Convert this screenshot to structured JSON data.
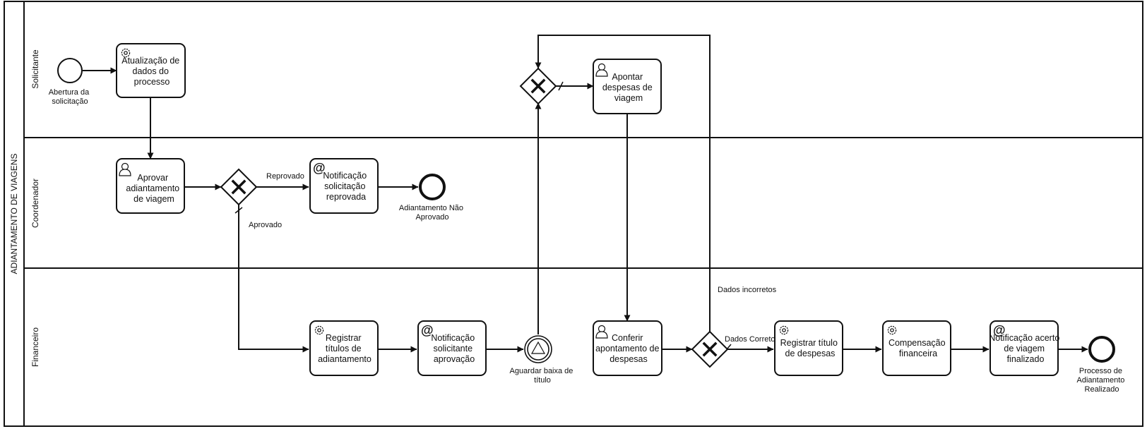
{
  "pool": {
    "label": "ADIANTAMENTO DE VIAGENS"
  },
  "lanes": [
    {
      "id": "solicitante",
      "label": "Solicitante"
    },
    {
      "id": "coordenador",
      "label": "Coordenador"
    },
    {
      "id": "financeiro",
      "label": "Financeiro"
    }
  ],
  "events": {
    "start": {
      "lines": [
        "Abertura da",
        "solicitação"
      ]
    },
    "end_nao_aprovado": {
      "lines": [
        "Adiantamento Não",
        "Aprovado"
      ]
    },
    "intermediate_baixa": {
      "lines": [
        "Aguardar baixa de",
        "título"
      ]
    },
    "end_realizado": {
      "lines": [
        "Processo de",
        "Adiantamento",
        "Realizado"
      ]
    }
  },
  "tasks": {
    "atualizacao": {
      "type": "service",
      "icon": "gear-icon",
      "lines": [
        "Atualização de",
        "dados do",
        "processo"
      ]
    },
    "aprovar": {
      "type": "user",
      "icon": "user-icon",
      "lines": [
        "Aprovar",
        "adiantamento",
        "de viagem"
      ]
    },
    "notif_reprovada": {
      "type": "send",
      "icon": "at-icon",
      "lines": [
        "Notificação",
        "solicitação",
        "reprovada"
      ]
    },
    "apontar": {
      "type": "user",
      "icon": "user-icon",
      "lines": [
        "Apontar",
        "despesas de",
        "viagem"
      ]
    },
    "registrar_titulos": {
      "type": "service",
      "icon": "gear-icon",
      "lines": [
        "Registrar",
        "títulos de",
        "adiantamento"
      ]
    },
    "notif_aprovacao": {
      "type": "send",
      "icon": "at-icon",
      "lines": [
        "Notificação",
        "solicitante",
        "aprovação"
      ]
    },
    "conferir": {
      "type": "user",
      "icon": "user-icon",
      "lines": [
        "Conferir",
        "apontamento de",
        "despesas"
      ]
    },
    "registrar_titulo_despesas": {
      "type": "service",
      "icon": "gear-icon",
      "lines": [
        "Registrar título",
        "de despesas"
      ]
    },
    "compensacao": {
      "type": "service",
      "icon": "gear-icon",
      "lines": [
        "Compensação",
        "financeira"
      ]
    },
    "notif_acerto": {
      "type": "send",
      "icon": "at-icon",
      "lines": [
        "Notificação acerto",
        "de viagem",
        "finalizado"
      ]
    }
  },
  "flow_labels": {
    "reprovado": "Reprovado",
    "aprovado": "Aprovado",
    "dados_incorretos": "Dados incorretos",
    "dados_corretos": "Dados Corretos"
  }
}
